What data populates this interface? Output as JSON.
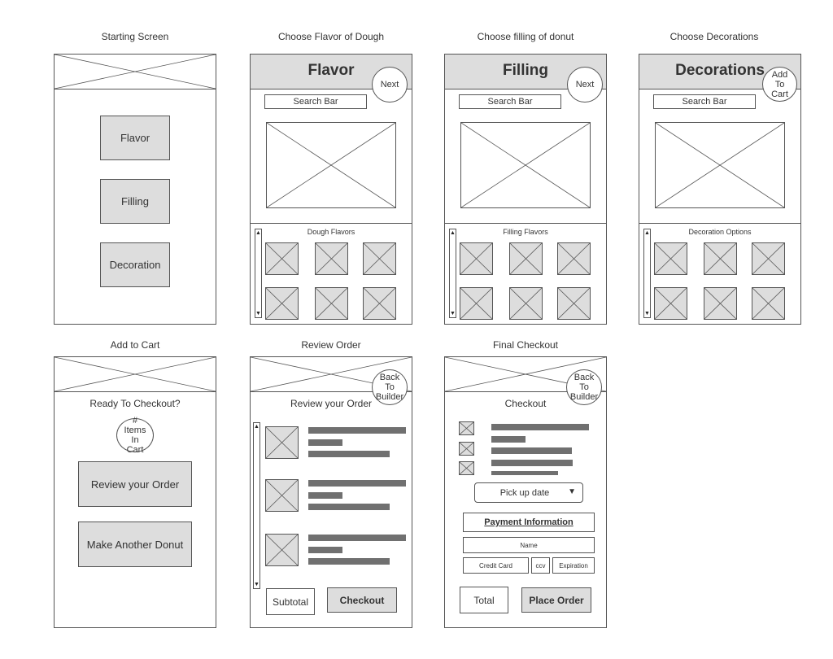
{
  "captions": {
    "starting": "Starting Screen",
    "flavor": "Choose Flavor of Dough",
    "filling": "Choose filling of donut",
    "decorations": "Choose Decorations",
    "cart": "Add to Cart",
    "review": "Review Order",
    "checkout": "Final Checkout"
  },
  "starting": {
    "buttons": [
      "Flavor",
      "Filling",
      "Decoration"
    ]
  },
  "flavor_screen": {
    "title": "Flavor",
    "next": "Next",
    "search": "Search Bar",
    "section": "Dough Flavors"
  },
  "filling_screen": {
    "title": "Filling",
    "next": "Next",
    "search": "Search Bar",
    "section": "Filling Flavors"
  },
  "decorations_screen": {
    "title": "Decorations",
    "add_to_cart": "Add To Cart",
    "search": "Search Bar",
    "section": "Decoration Options"
  },
  "cart_screen": {
    "heading": "Ready To Checkout?",
    "items_in_cart": "# Items In Cart",
    "review_button": "Review your Order",
    "another_button": "Make Another Donut"
  },
  "review_screen": {
    "back": "Back To Builder",
    "heading": "Review your Order",
    "subtotal": "Subtotal",
    "checkout": "Checkout"
  },
  "checkout_screen": {
    "back": "Back To Builder",
    "heading": "Checkout",
    "pickup": "Pick up date",
    "payment": "Payment Information",
    "name": "Name",
    "credit_card": "Credit Card",
    "ccv": "ccv",
    "expiration": "Expiration",
    "total": "Total",
    "place_order": "Place Order"
  },
  "colors": {
    "fill": "#dddddd",
    "stroke": "#555555",
    "bar": "#707070"
  }
}
